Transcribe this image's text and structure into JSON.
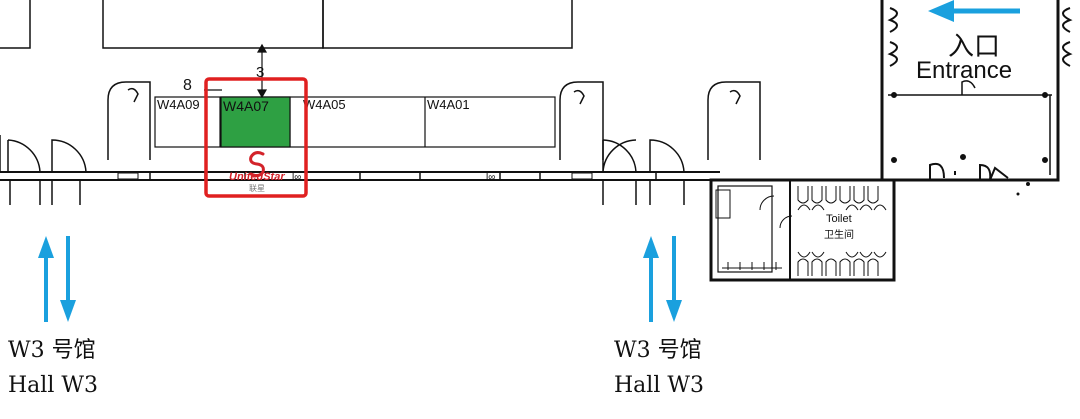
{
  "colors": {
    "wall": "#111111",
    "booth_highlight": "#2ea043",
    "highlight_frame": "#e02020",
    "arrow": "#1aa0de",
    "logo_red": "#d3232a"
  },
  "floorplan": {
    "entrance": {
      "label_cn": "入口",
      "label_en": "Entrance",
      "arrow_direction": "left"
    },
    "booths": [
      {
        "id": "W4A09",
        "highlighted": false
      },
      {
        "id": "W4A07",
        "highlighted": true
      },
      {
        "id": "W4A05",
        "highlighted": false
      },
      {
        "id": "W4A01",
        "highlighted": false
      }
    ],
    "numbers": {
      "above_booth": "3",
      "left_of_booth": "8"
    },
    "exhibitor_logo": {
      "name": "UnitedStar",
      "name_cn": "联星",
      "icon": "s-swirl-logo-icon"
    },
    "toilet": {
      "label_en": "Toilet",
      "label_cn": "卫生间"
    },
    "hall_links": [
      {
        "label_cn": "W3 号馆",
        "label_en": "Hall W3",
        "icon": "two-way-arrow-icon"
      },
      {
        "label_cn": "W3 号馆",
        "label_en": "Hall W3",
        "icon": "two-way-arrow-icon"
      }
    ]
  }
}
